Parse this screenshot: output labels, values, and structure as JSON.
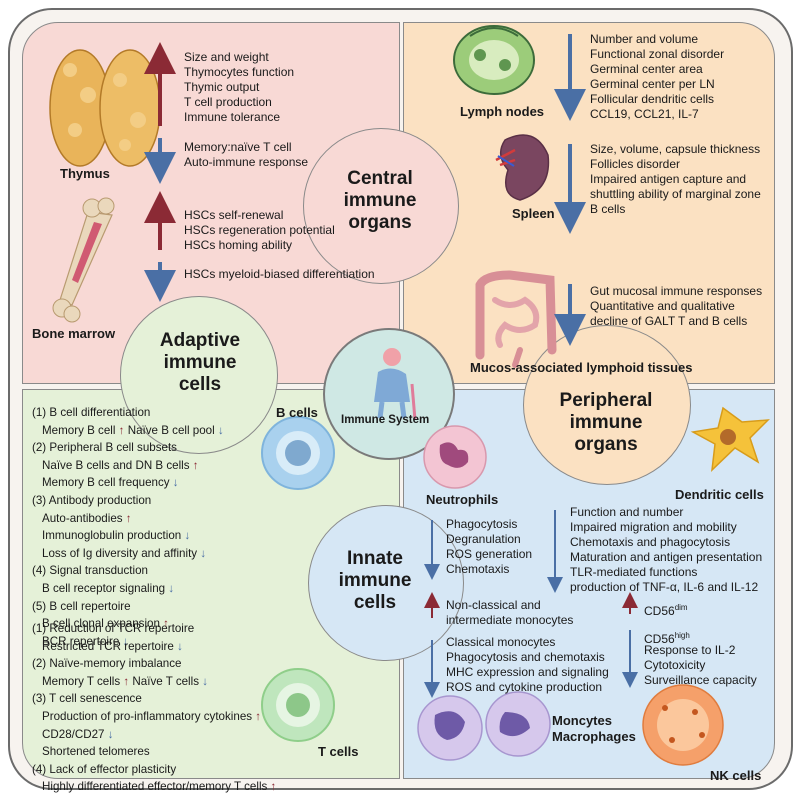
{
  "quadrants": {
    "central": {
      "title": "Central immune organs",
      "title_lines": [
        "Central",
        "immune",
        "organs"
      ],
      "thymus": {
        "label": "Thymus",
        "up_items": [
          "Size and weight",
          "Thymocytes function",
          "Thymic output",
          "T cell production",
          "Immune tolerance"
        ],
        "down_items": [
          "Memory:naïve T cell",
          "Auto-immune response"
        ]
      },
      "bone_marrow": {
        "label": "Bone marrow",
        "up_items": [
          "HSCs self-renewal",
          "HSCs regeneration potential",
          "HSCs homing ability"
        ],
        "down_items": [
          "HSCs myeloid-biased differentiation"
        ]
      }
    },
    "peripheral": {
      "title_lines": [
        "Peripheral",
        "immune",
        "organs"
      ],
      "lymph_nodes": {
        "label": "Lymph nodes",
        "items": [
          "Number and volume",
          "Functional zonal disorder",
          "Germinal center area",
          "Germinal center per LN",
          "Follicular dendritic cells",
          "CCL19, CCL21, IL-7"
        ]
      },
      "spleen": {
        "label": "Spleen",
        "items": [
          "Size, volume, capsule thickness",
          "Follicles disorder",
          "Impaired antigen capture and",
          "shuttling ability of marginal zone",
          "B cells"
        ]
      },
      "malt": {
        "label": "Mucos-associated lymphoid tissues",
        "items": [
          "Gut mucosal immune responses",
          "Quantitative and qualitative",
          "decline of GALT T and B cells"
        ]
      }
    },
    "adaptive": {
      "title_lines": [
        "Adaptive",
        "immune",
        "cells"
      ],
      "b_cells_label": "B cells",
      "t_cells_label": "T cells",
      "b_items": [
        {
          "text": "(1) B cell differentiation",
          "indent": false,
          "arrow": ""
        },
        {
          "text": "Memory B cell",
          "indent": true,
          "arrow": "up",
          "extra": "Naïve B cell pool",
          "extra_arrow": "down"
        },
        {
          "text": "(2) Peripheral B cell subsets",
          "indent": false,
          "arrow": ""
        },
        {
          "text": "Naïve B cells and DN B cells",
          "indent": true,
          "arrow": "up"
        },
        {
          "text": "Memory B cell frequency",
          "indent": true,
          "arrow": "down"
        },
        {
          "text": "(3) Antibody production",
          "indent": false,
          "arrow": ""
        },
        {
          "text": "Auto-antibodies",
          "indent": true,
          "arrow": "up"
        },
        {
          "text": "Immunoglobulin production",
          "indent": true,
          "arrow": "down"
        },
        {
          "text": "Loss of Ig diversity and affinity",
          "indent": true,
          "arrow": "down"
        },
        {
          "text": "(4) Signal transduction",
          "indent": false,
          "arrow": ""
        },
        {
          "text": "B cell receptor signaling",
          "indent": true,
          "arrow": "down"
        },
        {
          "text": "(5) B cell repertoire",
          "indent": false,
          "arrow": ""
        },
        {
          "text": "B cell clonal expansion",
          "indent": true,
          "arrow": "up"
        },
        {
          "text": "BCR repertoire",
          "indent": true,
          "arrow": "down"
        }
      ],
      "t_items": [
        {
          "text": "(1) Reduction of TCR repertoire",
          "indent": false,
          "arrow": ""
        },
        {
          "text": "Restricted TCR repertoire",
          "indent": true,
          "arrow": "down"
        },
        {
          "text": "(2) Naïve-memory imbalance",
          "indent": false,
          "arrow": ""
        },
        {
          "text": "Memory T cells",
          "indent": true,
          "arrow": "up",
          "extra": "Naïve T cells",
          "extra_arrow": "down"
        },
        {
          "text": "(3) T cell senescence",
          "indent": false,
          "arrow": ""
        },
        {
          "text": "Production of pro-inflammatory cytokines",
          "indent": true,
          "arrow": "up"
        },
        {
          "text": "CD28/CD27",
          "indent": true,
          "arrow": "down"
        },
        {
          "text": "Shortened telomeres",
          "indent": true,
          "arrow": ""
        },
        {
          "text": "(4) Lack of effector plasticity",
          "indent": false,
          "arrow": ""
        },
        {
          "text": "Highly differentiated effector/memory T cells",
          "indent": true,
          "arrow": "up"
        }
      ]
    },
    "innate": {
      "title_lines": [
        "Innate",
        "immune",
        "cells"
      ],
      "neutrophils": {
        "label": "Neutrophils",
        "items": [
          "Phagocytosis",
          "Degranulation",
          "ROS generation",
          "Chemotaxis"
        ]
      },
      "dendritic": {
        "label": "Dendritic cells",
        "items": [
          "Function and number",
          "Impaired migration and mobility",
          "Chemotaxis and phagocytosis",
          "Maturation and antigen presentation",
          "TLR-mediated functions",
          "production of TNF-α, IL-6 and IL-12"
        ]
      },
      "monocytes": {
        "label_lines": [
          "Moncytes",
          "Macrophages"
        ],
        "up_items": [
          "Non-classical and",
          "intermediate monocytes"
        ],
        "down_items": [
          "Classical monocytes",
          "Phagocytosis and chemotaxis",
          "MHC expression and signaling",
          "ROS and cytokine production"
        ]
      },
      "nk": {
        "label": "NK cells",
        "up_base": "CD56",
        "up_sup": "dim",
        "down_base": "CD56",
        "down_sup": "high",
        "down_items": [
          "Response to IL-2",
          "Cytotoxicity",
          "Surveillance capacity"
        ]
      }
    }
  },
  "center": {
    "label": "Immune System"
  },
  "arrows": {
    "up_glyph": "↑",
    "down_glyph": "↓"
  },
  "colors": {
    "central_bg": "#f8d9d5",
    "peripheral_bg": "#fbe1c2",
    "adaptive_bg": "#e5f1d8",
    "innate_bg": "#d6e7f5",
    "center_bg": "#cfe8e4",
    "up_arrow": "#8b2a35",
    "down_arrow": "#4a6fa5"
  }
}
